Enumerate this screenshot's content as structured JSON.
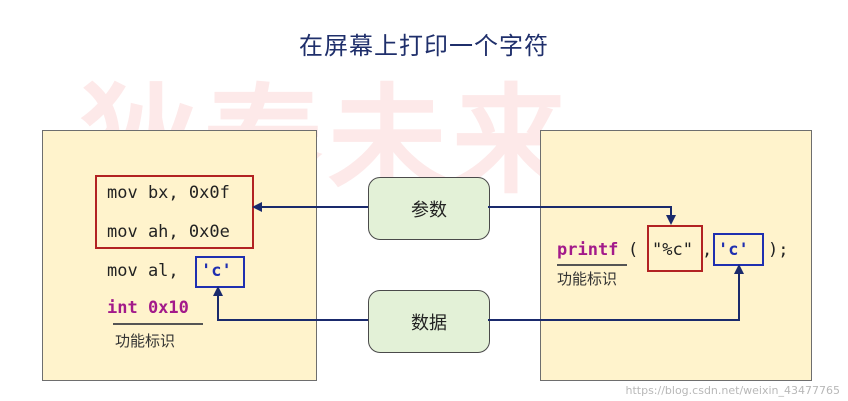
{
  "title": "在屏幕上打印一个字符",
  "watermark_bg": "狄泰未来",
  "left": {
    "line1": "mov bx, 0x0f",
    "line2": "mov ah, 0x0e",
    "line3_prefix": "mov al,",
    "line3_value": "'c'",
    "interrupt": "int 0x10",
    "func_label": "功能标识"
  },
  "middle": {
    "param_label": "参数",
    "data_label": "数据"
  },
  "right": {
    "func_name": "printf",
    "open_paren": "(",
    "format_str": "\"%c\"",
    "comma": ",",
    "char_value": "'c'",
    "close": ");",
    "func_label": "功能标识"
  },
  "credit": "https://blog.csdn.net/weixin_43477765",
  "colors": {
    "panel_bg": "#fff3cc",
    "pill_bg": "#e3f1d7",
    "arrow": "#1a2a6c",
    "red_box": "#b22222",
    "blue_box": "#1f2fb0",
    "keyword": "#a31a8a"
  }
}
